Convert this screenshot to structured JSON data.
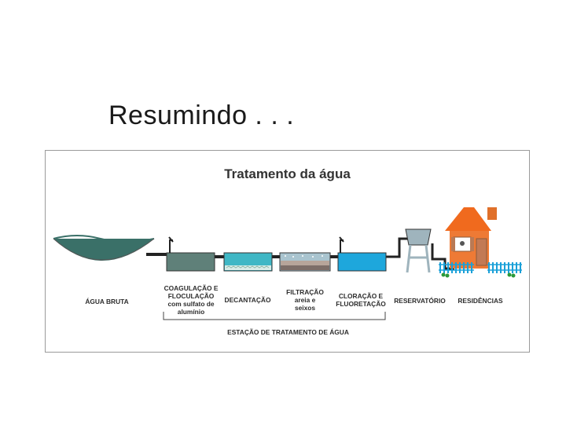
{
  "slide": {
    "title": "Resumindo . . ."
  },
  "diagram": {
    "title": "Tratamento da água",
    "stages": {
      "raw_water": "ÁGUA BRUTA",
      "coagulation": [
        "COAGULAÇÃO E",
        "FLOCULAÇÃO",
        "com sulfato de",
        "alumínio"
      ],
      "decantation": "DECANTAÇÃO",
      "filtration": [
        "FILTRAÇÃO",
        "areia e",
        "seixos"
      ],
      "chlorination": [
        "CLORAÇÃO E",
        "FLUORETAÇÃO"
      ],
      "reservoir": "RESERVATÓRIO",
      "residences": "RESIDÊNCIAS"
    },
    "station_label": "ESTAÇÃO DE TRATAMENTO DE ÁGUA"
  },
  "colors": {
    "raw_water": "#3a7068",
    "coagulation_tank": "#5f8079",
    "decantation_tank": "#3fb7c5",
    "filtration_tank": "#a9c4cf",
    "chlorination_tank": "#1ea7dc",
    "house_wall": "#ee7a35",
    "house_roof": "#f06a1e",
    "fence": "#1aa0d8"
  }
}
